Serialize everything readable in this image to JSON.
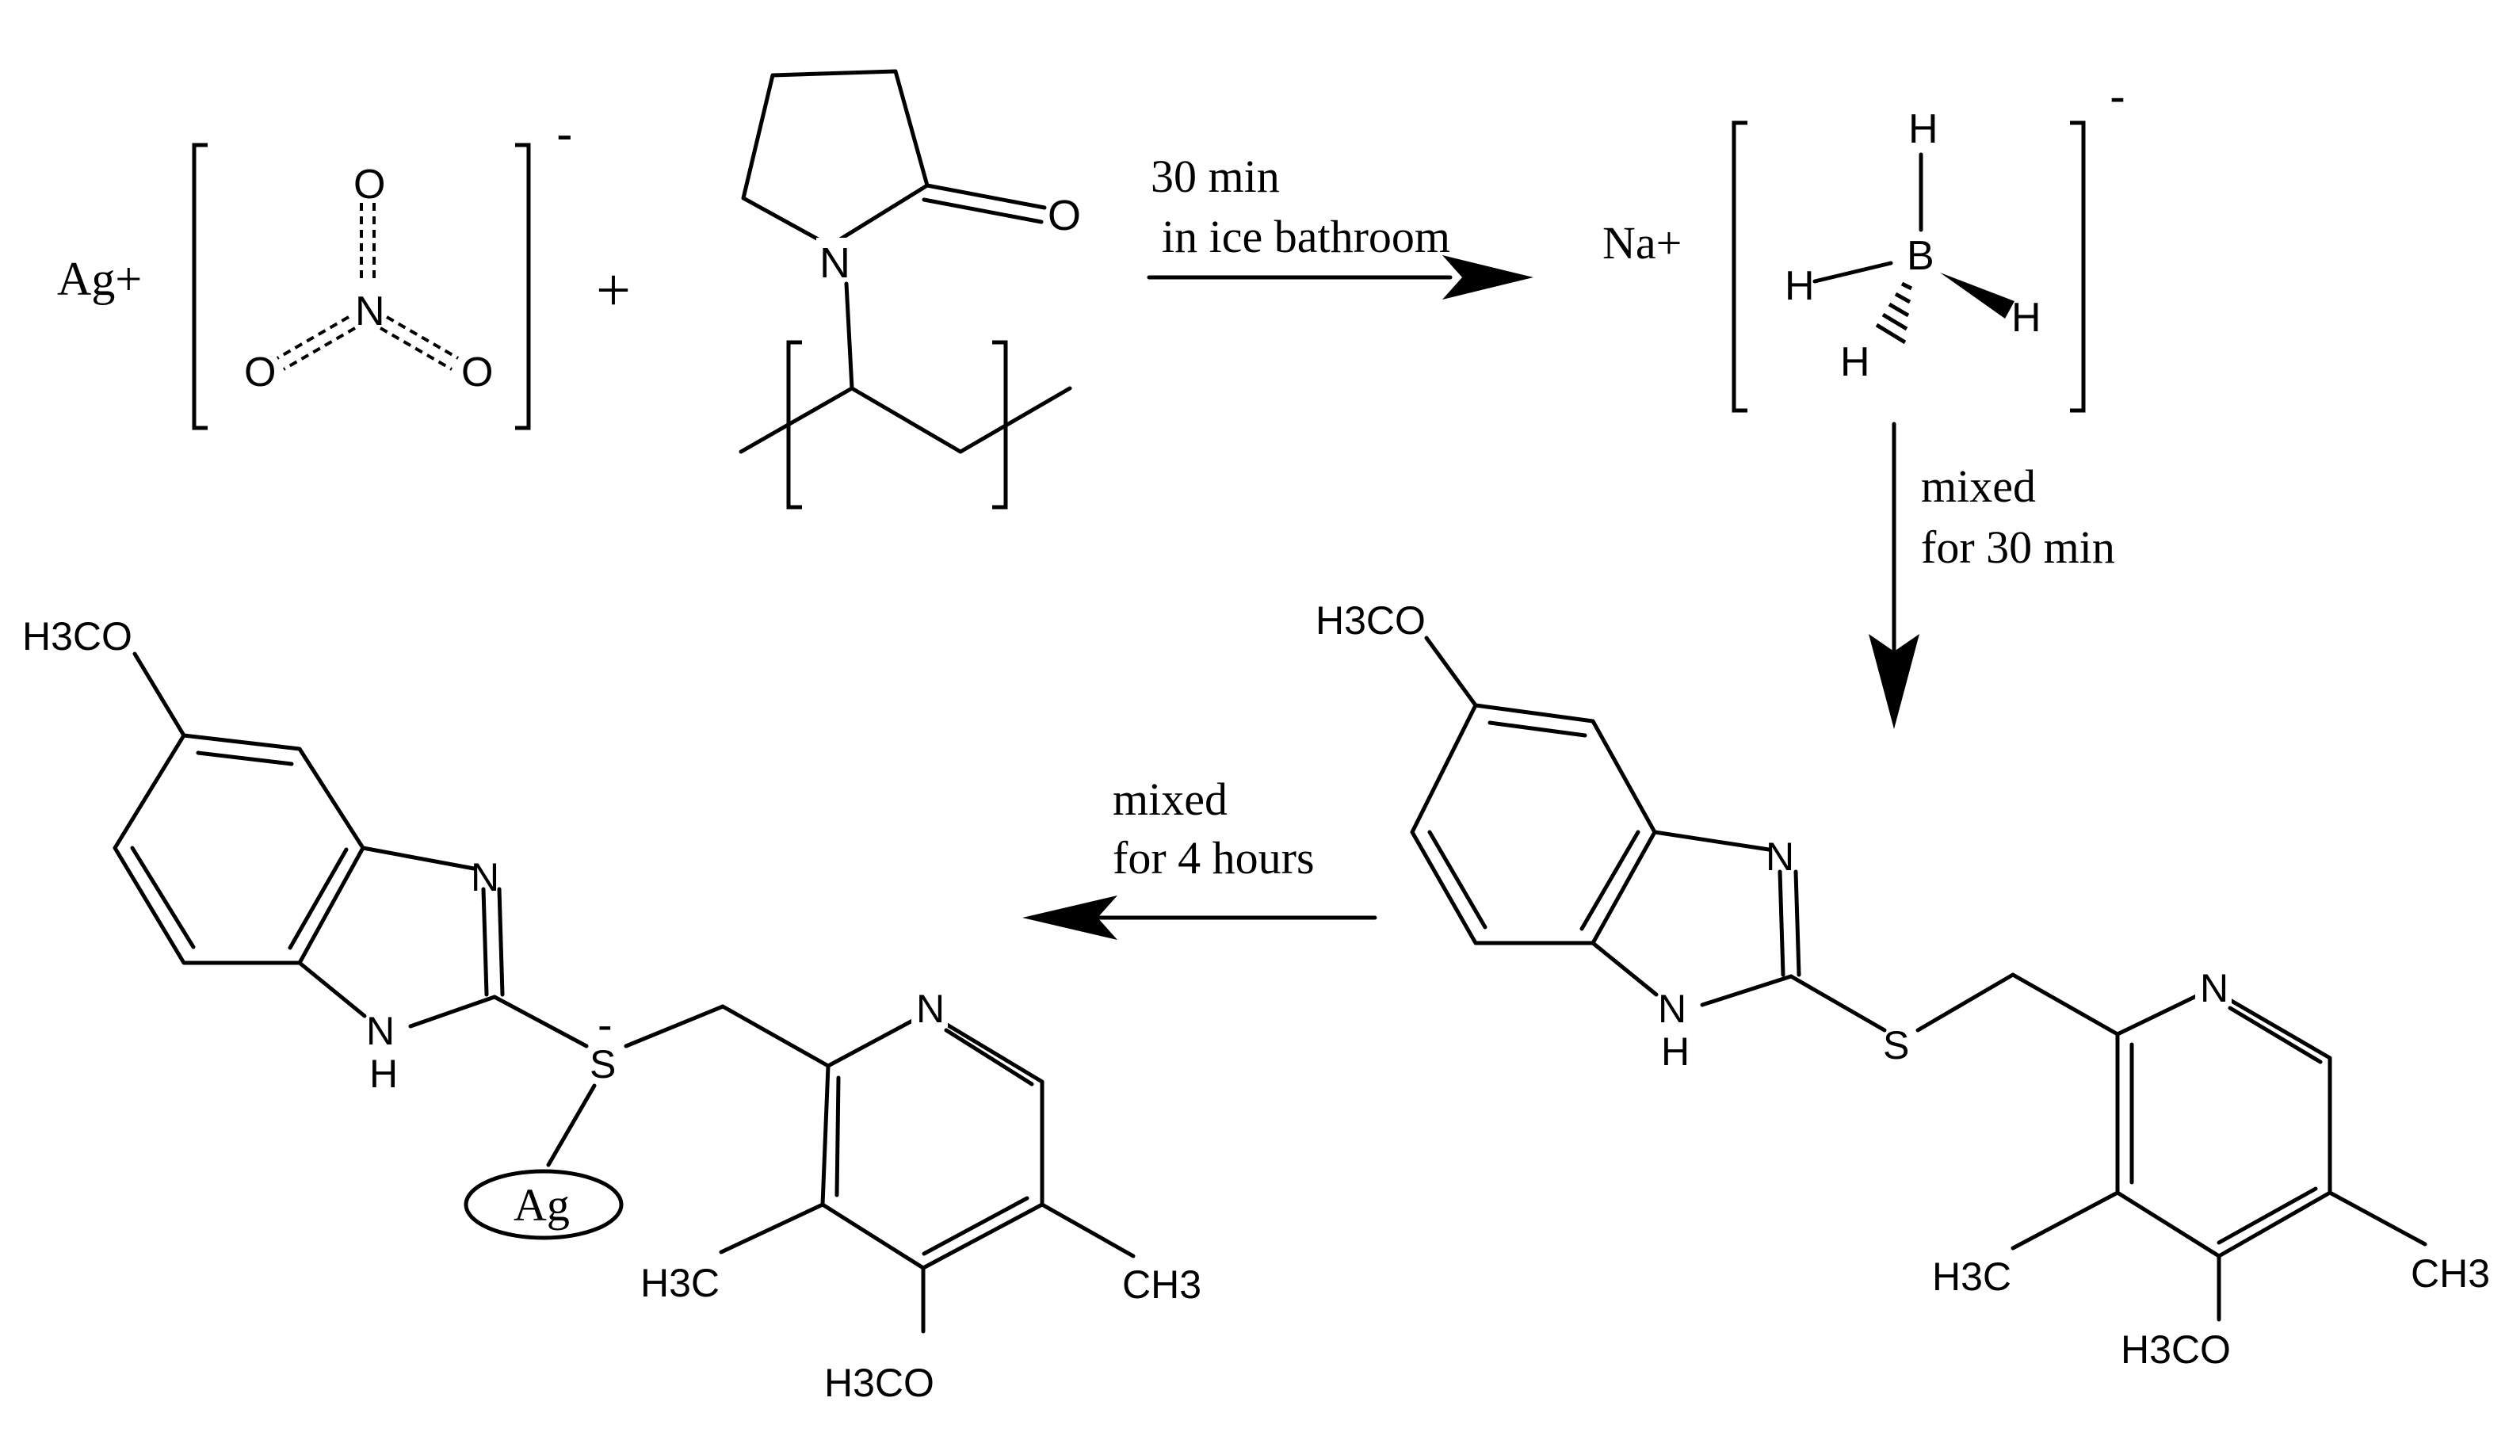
{
  "reactants": {
    "silver_cation": "Ag+",
    "plus_sign": "+",
    "nitrate": {
      "charge": "-",
      "atoms": {
        "central": "N",
        "oxygen_top": "O",
        "oxygen_left": "O",
        "oxygen_right": "O"
      }
    },
    "pvp": {
      "oxygen": "O",
      "nitrogen": "N"
    }
  },
  "step1": {
    "line1": "30 min",
    "line2": "in ice bathroom"
  },
  "borohydride": {
    "sodium_cation": "Na+",
    "charge": "-",
    "atoms": {
      "boron": "B",
      "h_top": "H",
      "h_left": "H",
      "h_right": "H",
      "h_bottom": "H"
    }
  },
  "step2": {
    "line1": "mixed",
    "line2": "for 30 min"
  },
  "step3": {
    "line1": "mixed",
    "line2": "for 4 hours"
  },
  "omeprazole_reduced": {
    "methoxy_top": "H3CO",
    "n_imidazole": "N",
    "nh_n": "N",
    "nh_h": "H",
    "sulfur": "S",
    "n_pyridine": "N",
    "methyl_left": "H3C",
    "methyl_right": "CH3",
    "methoxy_bottom": "H3CO"
  },
  "silver_complex": {
    "methoxy_top": "H3CO",
    "n_imidazole": "N",
    "nh_n": "N",
    "nh_h": "H",
    "sulfur": "S",
    "sulfur_charge": "-",
    "silver": "Ag",
    "n_pyridine": "N",
    "methyl_left": "H3C",
    "methyl_right": "CH3",
    "methoxy_bottom": "H3CO"
  }
}
